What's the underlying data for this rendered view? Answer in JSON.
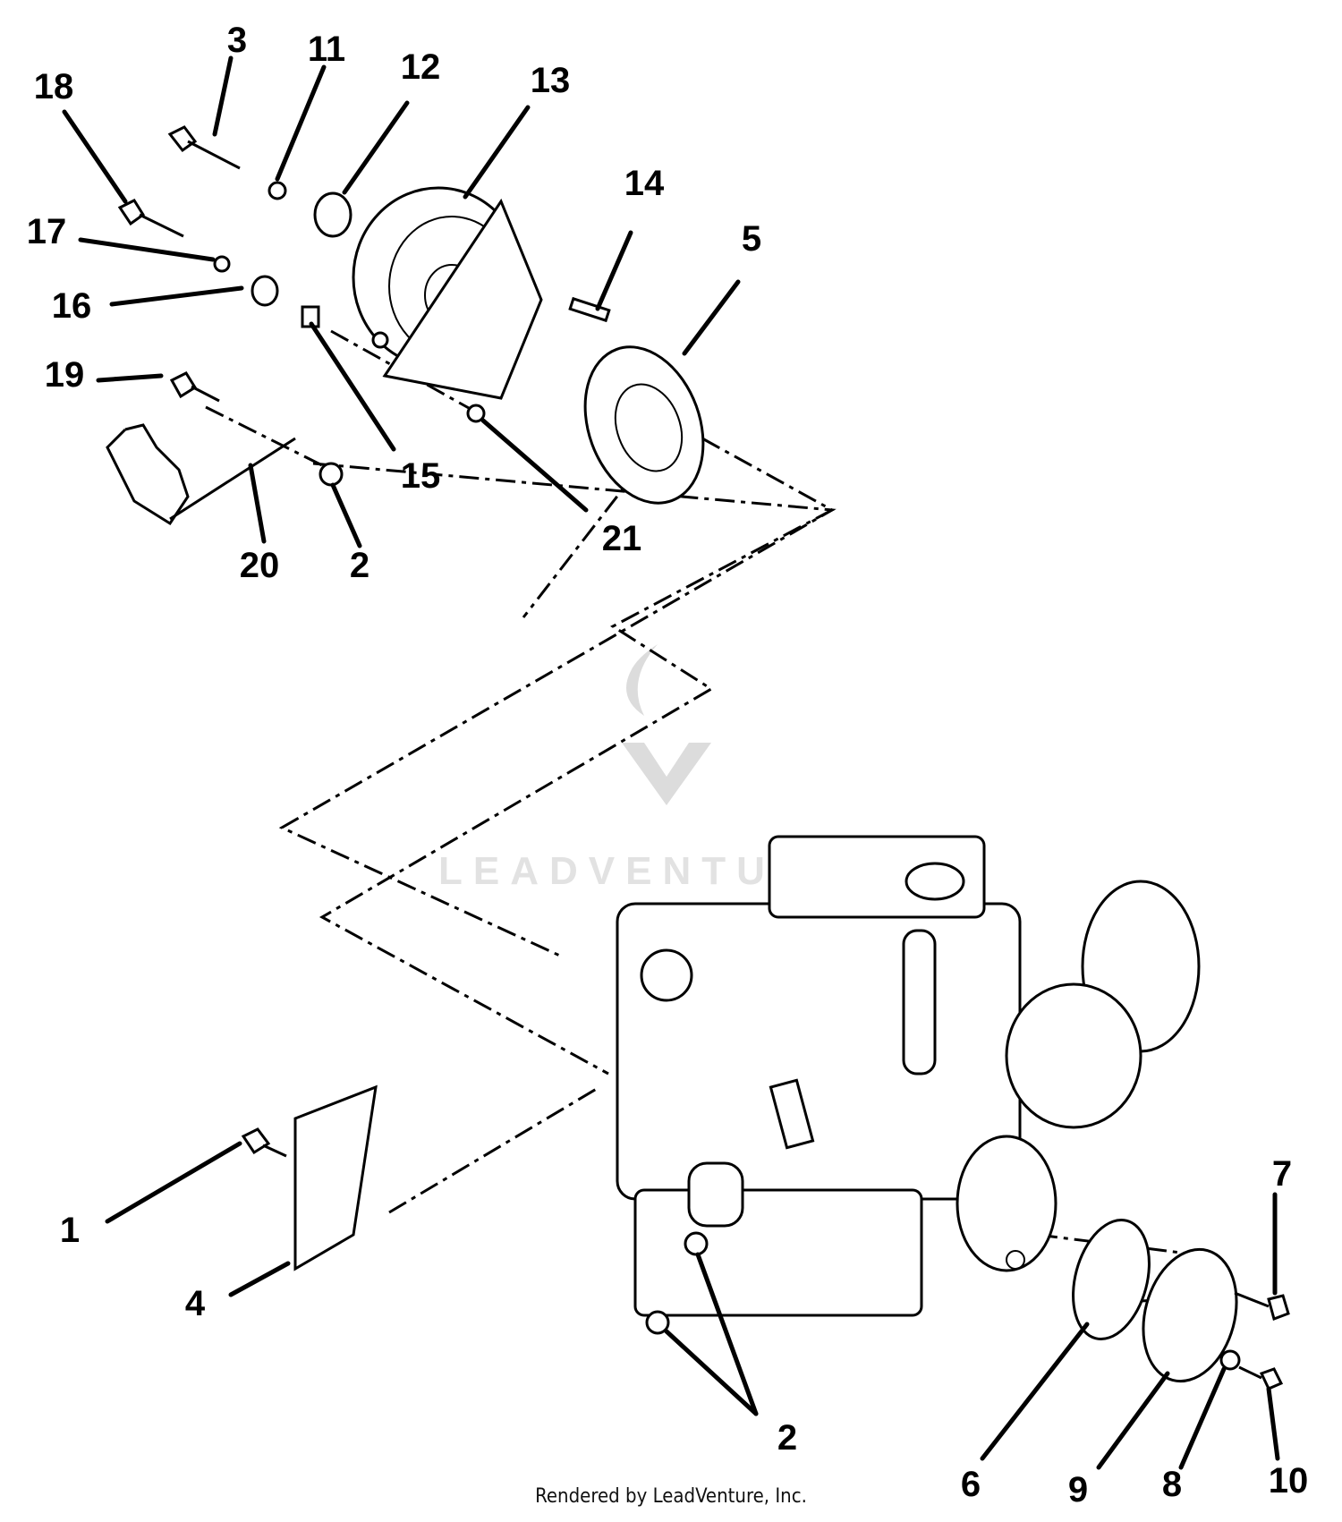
{
  "diagram": {
    "callouts": [
      "1",
      "2",
      "3",
      "4",
      "5",
      "6",
      "7",
      "8",
      "9",
      "10",
      "11",
      "12",
      "13",
      "14",
      "15",
      "16",
      "17",
      "18",
      "19",
      "20",
      "21"
    ],
    "watermark": "LEADVENTURE",
    "credit": "Rendered by LeadVenture, Inc."
  }
}
